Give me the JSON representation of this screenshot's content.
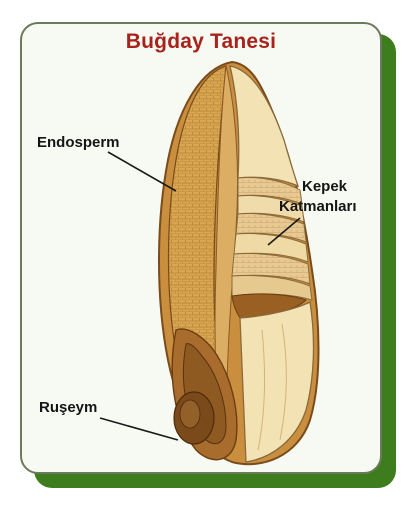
{
  "diagram": {
    "title": "Buğday Tanesi",
    "labels": {
      "endosperm": "Endosperm",
      "bran_line1": "Kepek",
      "bran_line2": "Katmanları",
      "germ": "Ruşeym"
    },
    "colors": {
      "title": "#a8231c",
      "card_background": "#f7faf2",
      "card_shadow": "#3e7d1e",
      "endosperm_fill": "#d9a653",
      "bran_fill": "#f3e2b4",
      "germ_fill": "#8f5a22"
    }
  }
}
